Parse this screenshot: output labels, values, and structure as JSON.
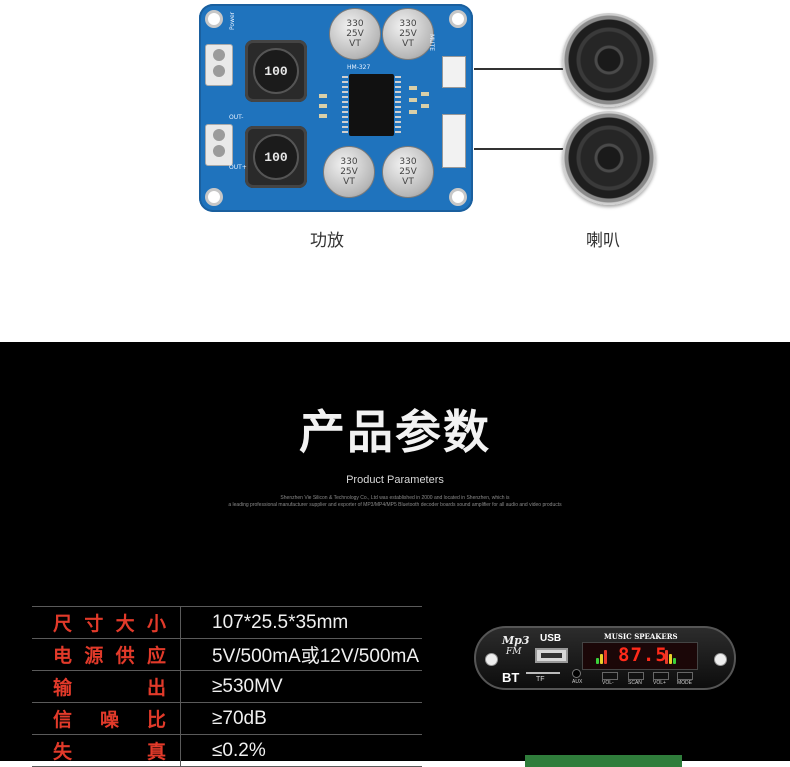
{
  "board": {
    "inductor_label": "100",
    "capacitor_label_lines": [
      "330",
      "25V",
      "VT"
    ],
    "silk": {
      "power": "Power",
      "mute": "MUTE",
      "ic": "HM-327",
      "out_plus": "OUT+",
      "out_minus": "OUT-"
    }
  },
  "captions": {
    "amplifier": "功放",
    "speaker": "喇叭"
  },
  "parameters": {
    "heading": "产品参数",
    "subheading": "Product Parameters",
    "fine_print_line1": "Shenzhen Vie Silicon & Technology Co., Ltd was established in 2000 and located in Shenzhen, which is",
    "fine_print_line2": "a leading professional manufacturer supplier and exporter of MP3/MP4/MP5 Bluetooth decoder boards sound amplifier for all audio and video products",
    "rows": [
      {
        "label": [
          "尺",
          "寸",
          "大",
          "小"
        ],
        "value": "107*25.5*35mm"
      },
      {
        "label": [
          "电",
          "源",
          "供",
          "应"
        ],
        "value": "5V/500mA或12V/500mA"
      },
      {
        "label": [
          "输",
          "出"
        ],
        "value": "≥530MV"
      },
      {
        "label": [
          "信",
          "噪",
          "比"
        ],
        "value": "≥70dB"
      },
      {
        "label": [
          "失",
          "真"
        ],
        "value": "≤0.2%"
      }
    ]
  },
  "module": {
    "logo_mp3": "Mp3",
    "logo_fm": "FM",
    "usb": "USB",
    "bt": "BT",
    "tf": "TF",
    "aux": "AUX",
    "title": "MUSIC SPEAKERS",
    "display": "87.5",
    "buttons": [
      "VOL-",
      "SCAN",
      "VOL+",
      "MODE"
    ]
  }
}
